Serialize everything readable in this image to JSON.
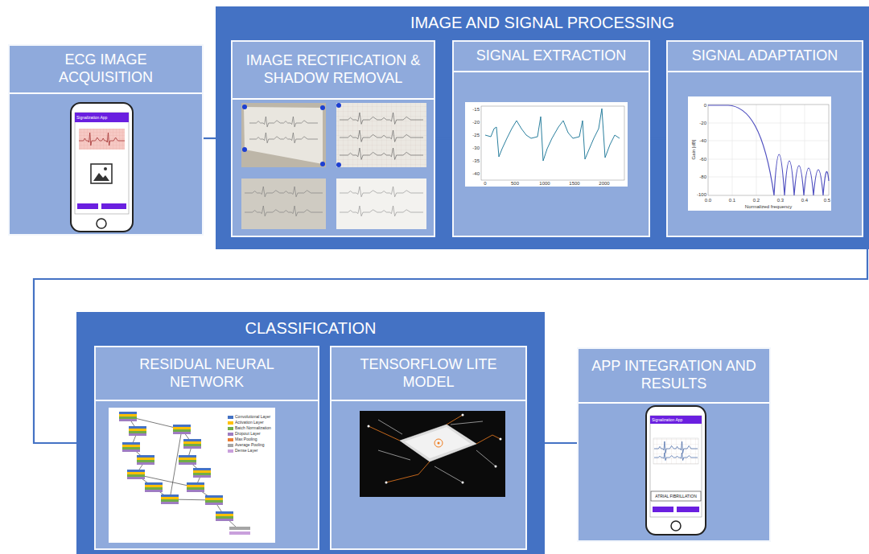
{
  "diagram": {
    "nodes": [
      {
        "text": [
          "ECG IMAGE ACQUISITION"
        ]
      },
      {
        "text": [
          "IMAGE AND SIGNAL PROCESSING"
        ]
      },
      {
        "text": [
          "IMAGE RECTIFICATION & SHADOW REMOVAL"
        ],
        "in": 1
      },
      {
        "text": [
          "SIGNAL EXTRACTION"
        ],
        "in": 1
      },
      {
        "text": [
          "SIGNAL ADAPTATION"
        ],
        "in": 1
      },
      {
        "text": [
          "CLASSIFICATION"
        ]
      },
      {
        "text": [
          "RESIDUAL NEURAL NETWORK"
        ],
        "in": 5
      },
      {
        "text": [
          "TENSORFLOW LITE MODEL"
        ],
        "in": 5
      },
      {
        "text": [
          "APP INTEGRATION AND RESULTS"
        ]
      }
    ],
    "edges": [
      {
        "from": 0,
        "to": 1,
        "arrow": "none"
      },
      {
        "from": 2,
        "to": 3,
        "arrow": "none"
      },
      {
        "from": 3,
        "to": 4,
        "arrow": "none"
      },
      {
        "from": 4,
        "to": 5,
        "arrow": "none"
      },
      {
        "from": 5,
        "to": 8,
        "arrow": "none"
      }
    ],
    "labels": [
      "Signalization App",
      "-15",
      "-20",
      "-25",
      "-30",
      "-35",
      "-40",
      "0",
      "500",
      "1000",
      "1500",
      "2000",
      "0",
      "-20",
      "-40",
      "-60",
      "-80",
      "-100",
      "0.0",
      "0.1",
      "0.2",
      "0.3",
      "0.4",
      "0.5",
      "Gain [dB]",
      "Normalized frequency",
      "Signalization App",
      "ATRIAL FIBRILLATION"
    ],
    "legend": [
      {
        "text": "Convolutional Layer",
        "color": "#4472c4"
      },
      {
        "text": "Activation Layer",
        "color": "#ffc000"
      },
      {
        "text": "Batch Normalization",
        "color": "#70ad47"
      },
      {
        "text": "Dropout Layer",
        "color": "#9e7cc1"
      },
      {
        "text": "Max Pooling",
        "color": "#ed7d31"
      },
      {
        "text": "Average Pooling",
        "color": "#a5a5a5"
      },
      {
        "text": "Dense Layer",
        "color": "#c9a0dc"
      }
    ]
  }
}
